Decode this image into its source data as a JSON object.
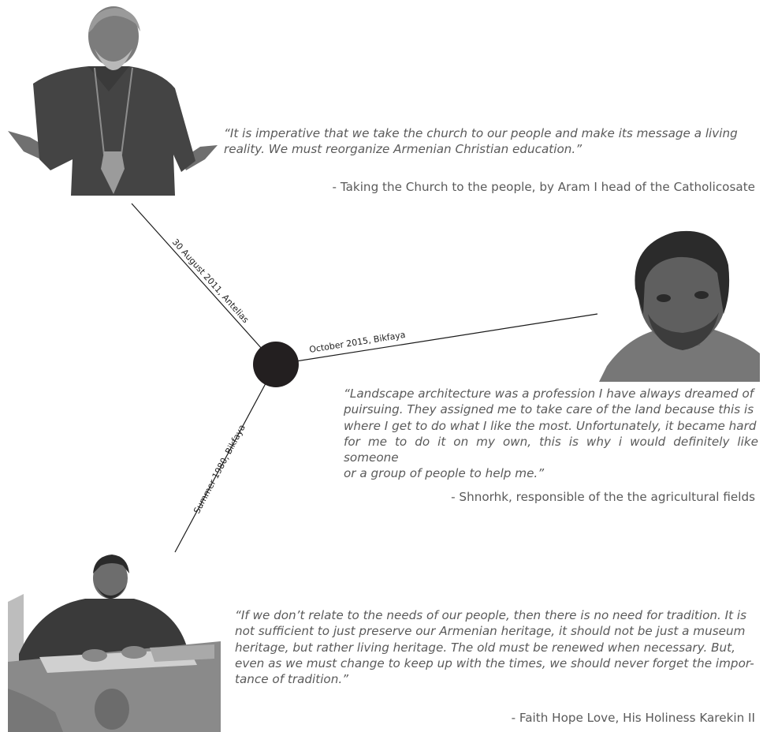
{
  "nodes": [
    {
      "id": "aram",
      "timeline_label": "30 August 2011, Antelias",
      "quote_lines": [
        "“It is imperative that we take the church to our people and make its message a living",
        "reality. We must reorganize Armenian Christian education.”"
      ],
      "citation": "- Taking the Church to the people, by Aram I head of the Catholicosate"
    },
    {
      "id": "shnorhk",
      "timeline_label": "October 2015, Bikfaya",
      "quote_lines": [
        "“Landscape architecture was a profession I have always dreamed of",
        "puirsuing. They assigned me to take care of the land because this is",
        "where I get to do what I like the most. Unfortunately, it became hard",
        "for me to do it on my own, this is why i would definitely like someone",
        "or a group of people to help me.”"
      ],
      "citation": "- Shnorhk, responsible of the the agricultural fields"
    },
    {
      "id": "karekin",
      "timeline_label": "Summer 1980, Bikfaya",
      "quote_lines": [
        "“If we don’t relate to the needs of our people, then there is no need for tradition. It is",
        "not sufficient to just preserve our Armenian heritage, it should not be just a museum",
        "heritage, but rather living heritage. The old must be renewed when necessary. But,",
        "even as we must change to keep up with the times, we should never forget the impor-",
        "tance of tradition.”"
      ],
      "citation": "- Faith Hope Love, His Holiness Karekin II"
    }
  ],
  "colors": {
    "hub": "#231f20",
    "line": "#1a1a1a",
    "text": "#5a5a5a"
  }
}
